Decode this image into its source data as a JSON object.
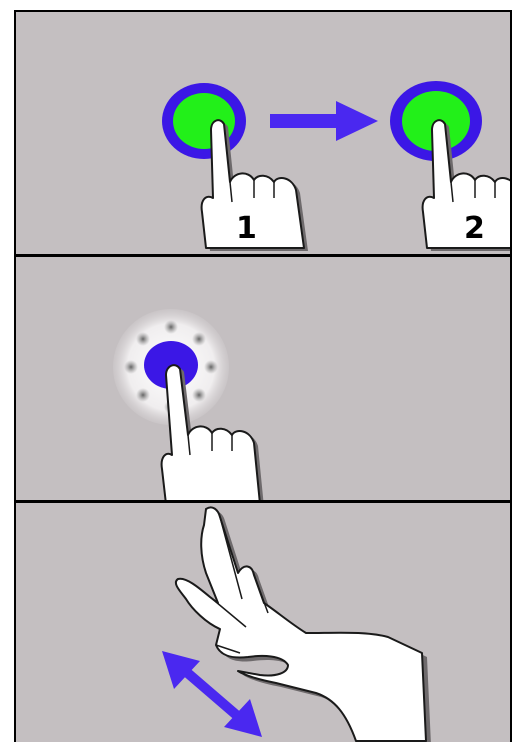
{
  "panels": [
    {
      "id": "double-tap",
      "labels": [
        "1",
        "2"
      ]
    },
    {
      "id": "touch-and-hold"
    },
    {
      "id": "pinch-zoom"
    }
  ],
  "colors": {
    "background": "#c4bfc1",
    "ring": "#3b17e6",
    "fill": "#22f019",
    "arrow": "#4a28f0",
    "hand": "#ffffff",
    "hand_outline": "#1a1a1a",
    "hand_shadow": "#6e6a6c"
  },
  "icons": [
    "tap-circle-icon",
    "arrow-right-icon",
    "hand-pointer-icon",
    "hold-ripple-icon",
    "double-arrow-icon",
    "pinch-hand-icon"
  ]
}
